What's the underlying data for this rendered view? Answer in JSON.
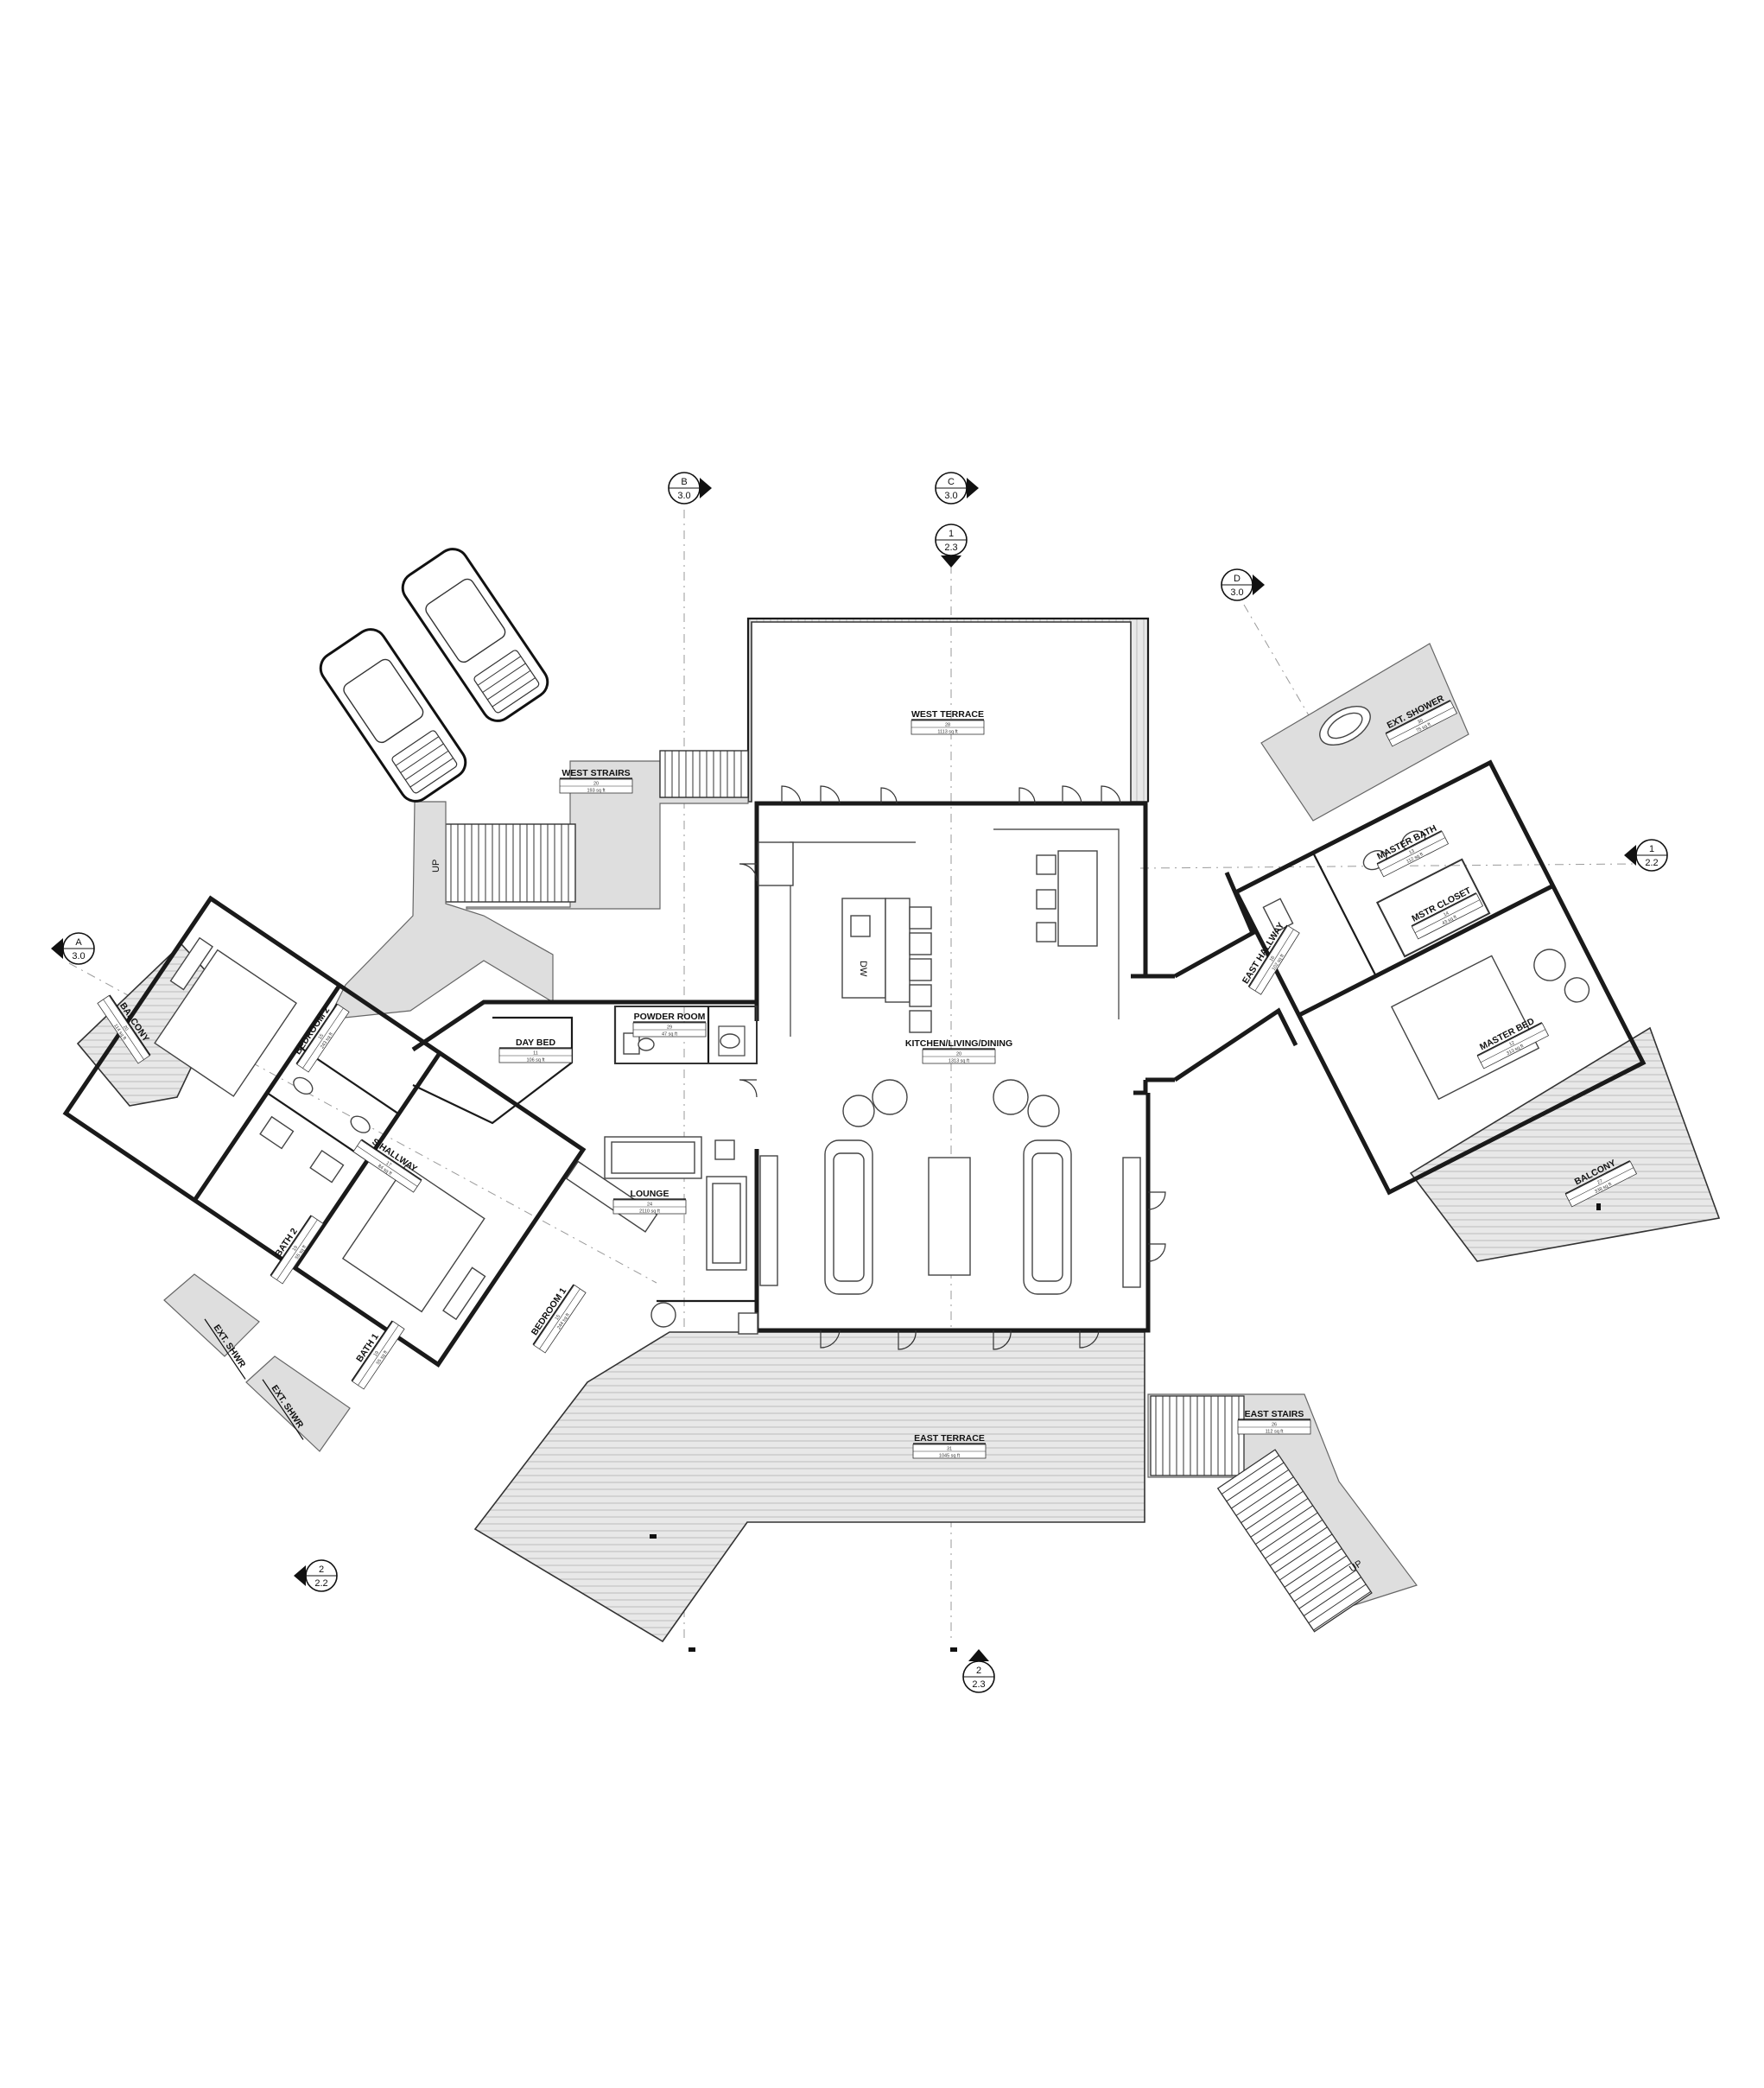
{
  "rooms": {
    "west_terrace": {
      "name": "WEST TERRACE",
      "num": "28",
      "area": "1113 sq ft"
    },
    "west_stairs": {
      "name": "WEST STRAIRS",
      "num": "20",
      "area": "193 sq ft"
    },
    "kitchen": {
      "name": "KITCHEN/LIVING/DINING",
      "num": "20",
      "area": "1313 sq ft"
    },
    "powder_room": {
      "name": "POWDER ROOM",
      "num": "29",
      "area": "47 sq ft"
    },
    "day_bed": {
      "name": "DAY BED",
      "num": "11",
      "area": "106 sq ft"
    },
    "lounge": {
      "name": "LOUNGE",
      "num": "24",
      "area": "2110 sq ft"
    },
    "bedroom2": {
      "name": "BEDROOM 2",
      "num": "15",
      "area": "243 sq ft"
    },
    "bedroom1": {
      "name": "BEDROOM 1",
      "num": "15",
      "area": "244 sq ft"
    },
    "s_hallway": {
      "name": "S HALLWAY",
      "num": "17",
      "area": "84 sq ft"
    },
    "bath2": {
      "name": "BATH 2",
      "num": "19",
      "area": "55 sq ft"
    },
    "bath1": {
      "name": "BATH 1",
      "num": "19",
      "area": "55 sq ft"
    },
    "balcony_west": {
      "name": "BALCONY",
      "num": "20",
      "area": "114 sq ft"
    },
    "ext_shwr_1": {
      "name": "EXT. SHWR",
      "num": "",
      "area": ""
    },
    "ext_shwr_2": {
      "name": "EXT. SHWR",
      "num": "",
      "area": ""
    },
    "east_terrace": {
      "name": "EAST TERRACE",
      "num": "31",
      "area": "1045 sq ft"
    },
    "east_stairs": {
      "name": "EAST STAIRS",
      "num": "26",
      "area": "112 sq ft"
    },
    "ext_shower": {
      "name": "EXT. SHOWER",
      "num": "30",
      "area": "75 sq ft"
    },
    "master_bath": {
      "name": "MASTER BATH",
      "num": "13",
      "area": "112 sq ft"
    },
    "mstr_closet": {
      "name": "MSTR CLOSET",
      "num": "14",
      "area": "43 sq ft"
    },
    "east_hallway": {
      "name": "EAST HALLWAY",
      "num": "16",
      "area": "102 sq ft"
    },
    "master_bed": {
      "name": "MASTER BED",
      "num": "12",
      "area": "313 sq ft"
    },
    "balcony_east": {
      "name": "BALCONY",
      "num": "27",
      "area": "338 sq ft"
    }
  },
  "markers": {
    "B": {
      "top": "B",
      "bottom": "3.0"
    },
    "C": {
      "top": "C",
      "bottom": "3.0"
    },
    "C2": {
      "top": "1",
      "bottom": "2.3"
    },
    "D": {
      "top": "D",
      "bottom": "3.0"
    },
    "A": {
      "top": "A",
      "bottom": "3.0"
    },
    "E1": {
      "top": "1",
      "bottom": "2.2"
    },
    "W2": {
      "top": "2",
      "bottom": "2.2"
    },
    "S2": {
      "top": "2",
      "bottom": "2.3"
    }
  },
  "annotations": {
    "up_west": "UP",
    "up_east": "UP",
    "dw": "DW"
  }
}
